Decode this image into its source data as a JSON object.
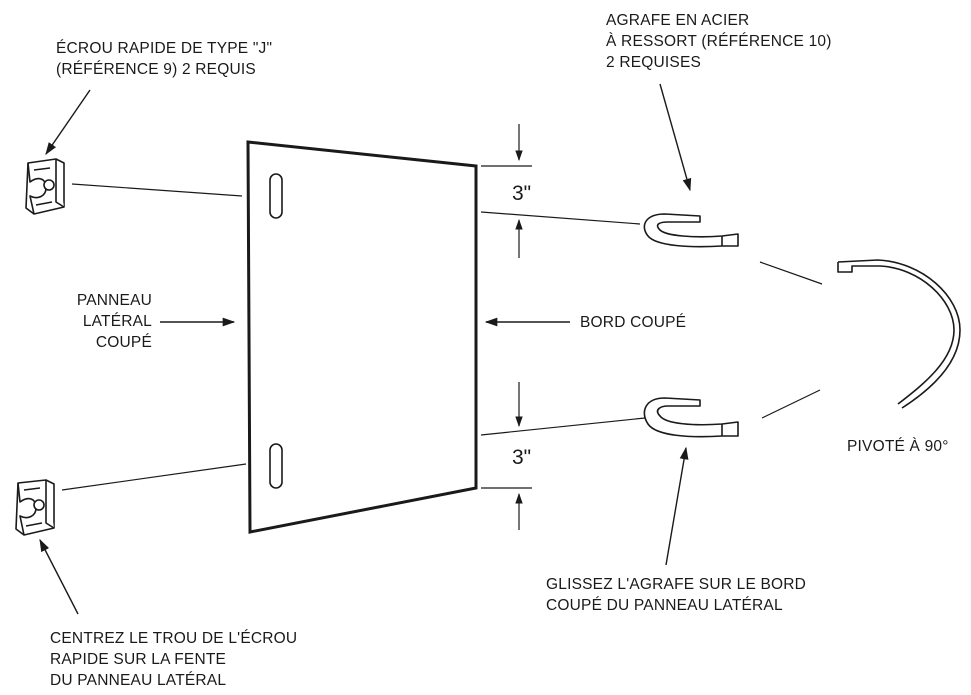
{
  "labels": {
    "nut": [
      "ÉCROU RAPIDE DE TYPE \"J\"",
      "(RÉFÉRENCE 9) 2 REQUIS"
    ],
    "clip": [
      "AGRAFE EN ACIER",
      "À RESSORT (RÉFÉRENCE 10)",
      "2 REQUISES"
    ],
    "panel": [
      "PANNEAU",
      "LATÉRAL",
      "COUPÉ"
    ],
    "edge": "BORD COUPÉ",
    "rotated": "PIVOTÉ À 90°",
    "slide": [
      "GLISSEZ L'AGRAFE SUR LE BORD",
      "COUPÉ DU PANNEAU LATÉRAL"
    ],
    "center": [
      "CENTREZ LE TROU DE L'ÉCROU",
      "RAPIDE SUR LA FENTE",
      "DU PANNEAU LATÉRAL"
    ]
  },
  "dimensions": {
    "top": "3\"",
    "bottom": "3\""
  }
}
